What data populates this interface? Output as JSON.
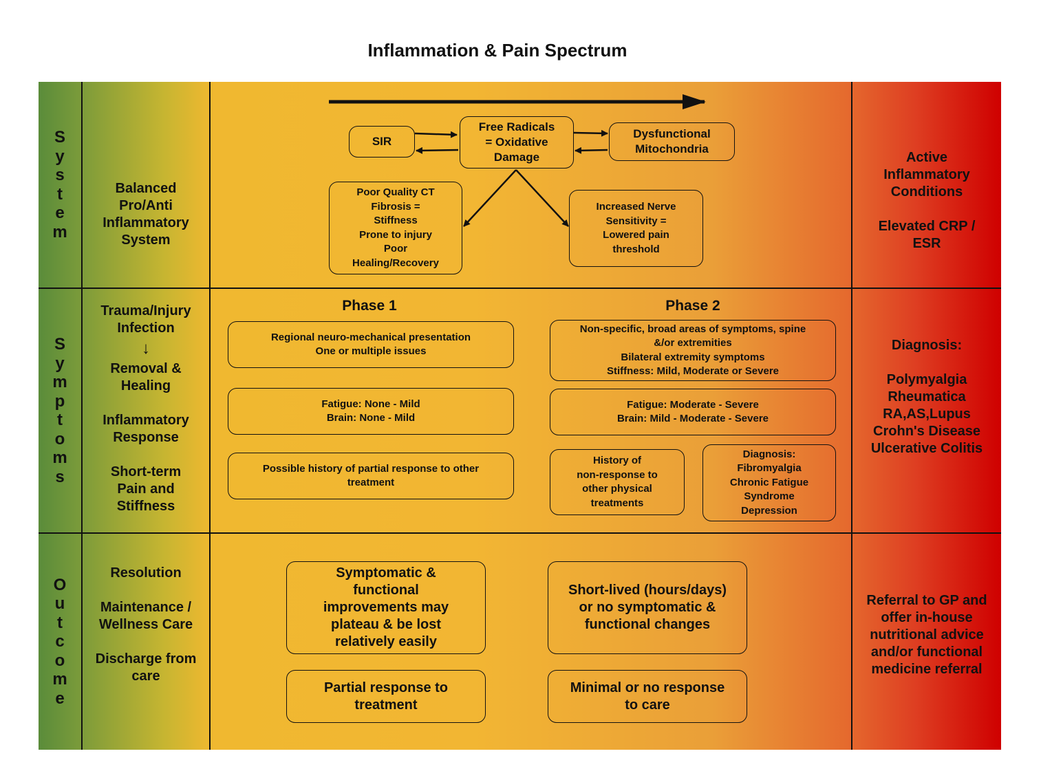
{
  "title": "Inflammation & Pain Spectrum",
  "rows": {
    "system": {
      "label_letters": [
        "S",
        "y",
        "s",
        "t",
        "e",
        "m"
      ],
      "state": [
        "Balanced",
        "Pro/Anti",
        "Inflammatory",
        "System"
      ],
      "boxes": {
        "sir": "SIR",
        "free_radicals": [
          "Free Radicals",
          "= Oxidative",
          "Damage"
        ],
        "mitochondria": [
          "Dysfunctional",
          "Mitochondria"
        ],
        "poor_ct": [
          "Poor Quality CT",
          "Fibrosis =",
          "Stiffness",
          "Prone to injury",
          "Poor",
          "Healing/Recovery"
        ],
        "nerve": [
          "Increased Nerve",
          "Sensitivity =",
          "Lowered pain",
          "threshold"
        ]
      },
      "right": [
        "Active",
        "Inflammatory",
        "Conditions",
        "",
        "Elevated CRP /",
        "ESR"
      ]
    },
    "symptoms": {
      "label_letters": [
        "S",
        "y",
        "m",
        "p",
        "t",
        "o",
        "m",
        "s"
      ],
      "state_top": [
        "Trauma/Injury",
        "Infection"
      ],
      "state_arrow": "↓",
      "state_bottom": [
        "Removal &",
        "Healing",
        "",
        "Inflammatory",
        "Response",
        "",
        "Short-term",
        "Pain and",
        "Stiffness"
      ],
      "phase1": {
        "title": "Phase 1",
        "boxes": [
          [
            "Regional neuro-mechanical presentation",
            "One or multiple issues"
          ],
          [
            "Fatigue: None - Mild",
            "Brain: None - Mild"
          ],
          [
            "Possible history of partial response to other",
            "treatment"
          ]
        ]
      },
      "phase2": {
        "title": "Phase 2",
        "boxes": [
          [
            "Non-specific, broad areas of symptoms, spine",
            "&/or extremities",
            "Bilateral extremity symptoms",
            "Stiffness: Mild, Moderate or Severe"
          ],
          [
            "Fatigue: Moderate - Severe",
            "Brain: Mild - Moderate - Severe"
          ],
          [
            "History of",
            "non-response to",
            "other physical",
            "treatments"
          ],
          [
            "Diagnosis:",
            "Fibromyalgia",
            "Chronic Fatigue",
            "Syndrome",
            "Depression"
          ]
        ]
      },
      "right": [
        "Diagnosis:",
        "",
        "Polymyalgia",
        "Rheumatica",
        "RA,AS,Lupus",
        "Crohn's Disease",
        "Ulcerative Colitis"
      ]
    },
    "outcome": {
      "label_letters": [
        "O",
        "u",
        "t",
        "c",
        "o",
        "m",
        "e"
      ],
      "state": [
        "Resolution",
        "",
        "Maintenance /",
        "Wellness Care",
        "",
        "Discharge from",
        "care"
      ],
      "boxes": [
        [
          "Symptomatic &",
          "functional",
          "improvements may",
          "plateau & be lost",
          "relatively easily"
        ],
        [
          "Short-lived (hours/days)",
          "or no symptomatic &",
          "functional changes"
        ],
        [
          "Partial response to",
          "treatment"
        ],
        [
          "Minimal or no response",
          "to care"
        ]
      ],
      "right": [
        "Referral to GP and",
        "offer in-house",
        "nutritional advice",
        "and/or functional",
        "medicine referral"
      ]
    }
  },
  "colors": {
    "green": "#5a8c3a",
    "amber": "#f0b830",
    "orange": "#ea9f38",
    "red": "#cf0000",
    "line": "#111111"
  }
}
